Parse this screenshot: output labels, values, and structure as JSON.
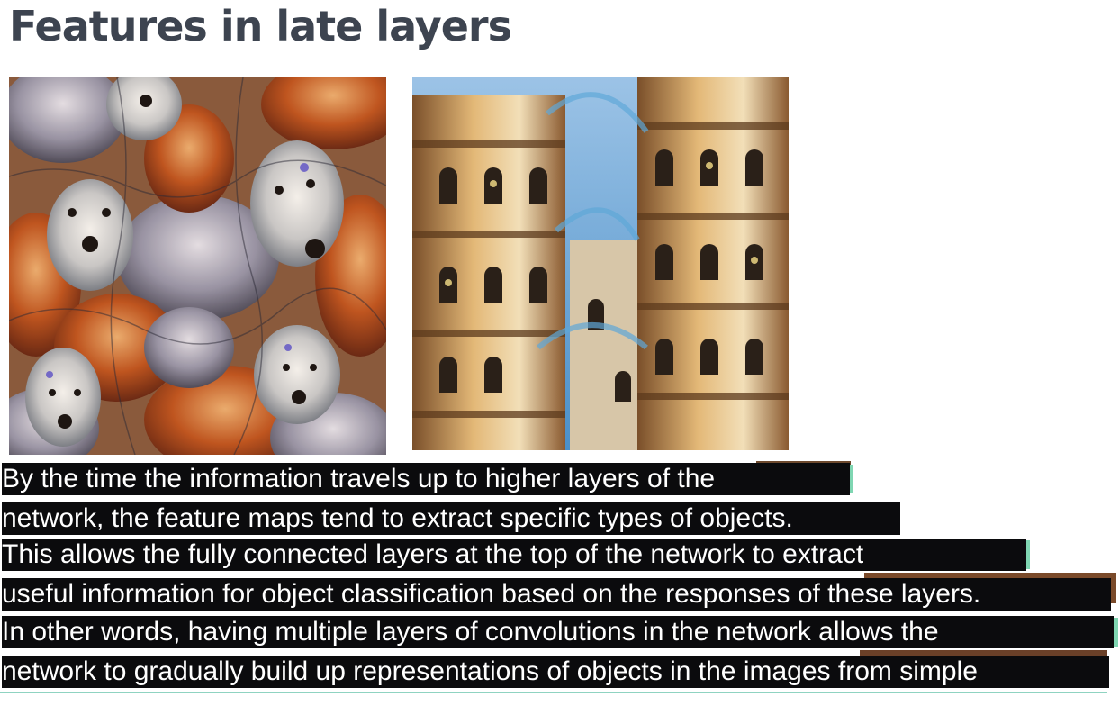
{
  "slide": {
    "title": "Features in late layers"
  },
  "images": [
    {
      "name": "dog-faces-visualization",
      "subject": "dog faces"
    },
    {
      "name": "tower-buildings-visualization",
      "subject": "ornate towers"
    }
  ],
  "caption": {
    "lines": [
      "By the time the information travels up to higher layers of the",
      "network, the feature maps tend to extract specific types of objects.",
      "This allows the fully connected layers at the top of the network to extract",
      "useful information for object classification based on the responses of these layers.",
      "In other words, having multiple layers of convolutions in the network allows the",
      "network to gradually build up representations of objects in the images from simple"
    ]
  },
  "colors": {
    "title": "#3d4450",
    "caption_bg": "#0b0b0d",
    "caption_text": "#ffffff",
    "accent": "#7fd6b2"
  }
}
